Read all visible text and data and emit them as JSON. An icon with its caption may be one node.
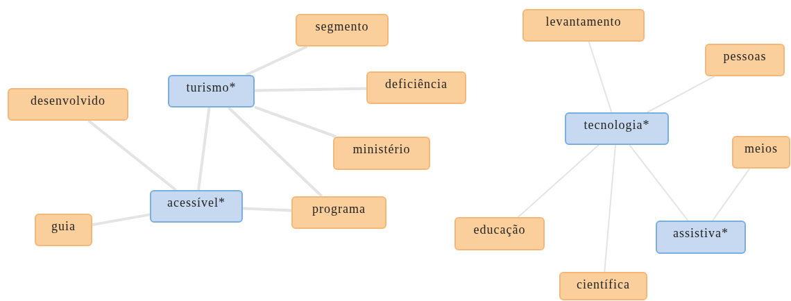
{
  "diagram": {
    "nodes": [
      {
        "text": [
          "turismo*"
        ]
      },
      {
        "text": [
          "segmento"
        ]
      },
      {
        "text": [
          "deficiência"
        ]
      },
      {
        "text": [
          "desenvolvido"
        ]
      },
      {
        "text": [
          "ministério"
        ]
      },
      {
        "text": [
          "acessível*"
        ]
      },
      {
        "text": [
          "programa"
        ]
      },
      {
        "text": [
          "guia"
        ]
      },
      {
        "text": [
          "levantamento"
        ]
      },
      {
        "text": [
          "pessoas"
        ]
      },
      {
        "text": [
          "tecnologia*"
        ]
      },
      {
        "text": [
          "meios"
        ]
      },
      {
        "text": [
          "educação"
        ]
      },
      {
        "text": [
          "assistiva*"
        ]
      },
      {
        "text": [
          "científica"
        ]
      }
    ],
    "edges": [
      {
        "from": 0,
        "to": 1,
        "arrow": "none"
      },
      {
        "from": 0,
        "to": 2,
        "arrow": "none"
      },
      {
        "from": 0,
        "to": 4,
        "arrow": "none"
      },
      {
        "from": 0,
        "to": 6,
        "arrow": "none"
      },
      {
        "from": 0,
        "to": 5,
        "arrow": "none"
      },
      {
        "from": 5,
        "to": 3,
        "arrow": "none"
      },
      {
        "from": 5,
        "to": 7,
        "arrow": "none"
      },
      {
        "from": 5,
        "to": 6,
        "arrow": "none"
      },
      {
        "from": 10,
        "to": 8,
        "arrow": "none"
      },
      {
        "from": 10,
        "to": 9,
        "arrow": "none"
      },
      {
        "from": 10,
        "to": 12,
        "arrow": "none"
      },
      {
        "from": 10,
        "to": 14,
        "arrow": "none"
      },
      {
        "from": 10,
        "to": 13,
        "arrow": "none"
      },
      {
        "from": 13,
        "to": 11,
        "arrow": "none"
      }
    ]
  }
}
